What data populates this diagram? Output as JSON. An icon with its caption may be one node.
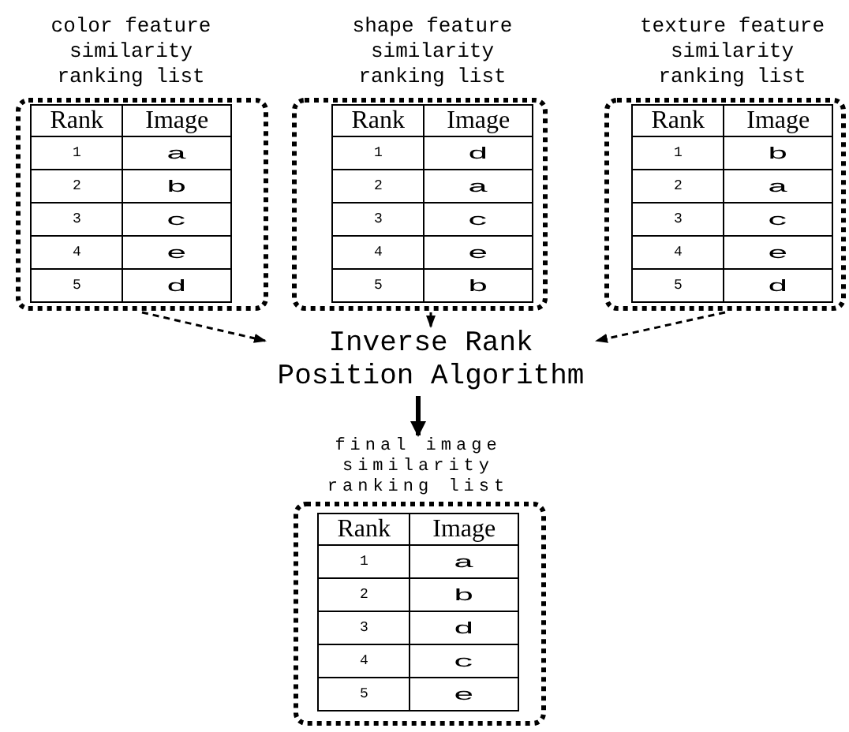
{
  "diagram": {
    "nodes": [
      {
        "text": [
          "color feature similarity ranking list",
          "Rank",
          "Image",
          "1",
          "a",
          "2",
          "b",
          "3",
          "c",
          "4",
          "e",
          "5",
          "d"
        ]
      },
      {
        "text": [
          "shape feature similarity ranking list",
          "Rank",
          "Image",
          "1",
          "d",
          "2",
          "a",
          "3",
          "c",
          "4",
          "e",
          "5",
          "b"
        ]
      },
      {
        "text": [
          "texture feature similarity ranking list",
          "Rank",
          "Image",
          "1",
          "b",
          "2",
          "a",
          "3",
          "c",
          "4",
          "e",
          "5",
          "d"
        ]
      },
      {
        "text": [
          "Inverse Rank Position Algorithm"
        ]
      },
      {
        "text": [
          "final image similarity ranking list",
          "Rank",
          "Image",
          "1",
          "a",
          "2",
          "b",
          "3",
          "d",
          "4",
          "c",
          "5",
          "e"
        ]
      }
    ],
    "edges": [
      {
        "from": 0,
        "to": 3,
        "arrow": "to",
        "style": "dashed"
      },
      {
        "from": 1,
        "to": 3,
        "arrow": "to",
        "style": "dashed"
      },
      {
        "from": 2,
        "to": 3,
        "arrow": "to",
        "style": "dashed"
      },
      {
        "from": 3,
        "to": 4,
        "arrow": "to",
        "style": "thick"
      }
    ]
  }
}
